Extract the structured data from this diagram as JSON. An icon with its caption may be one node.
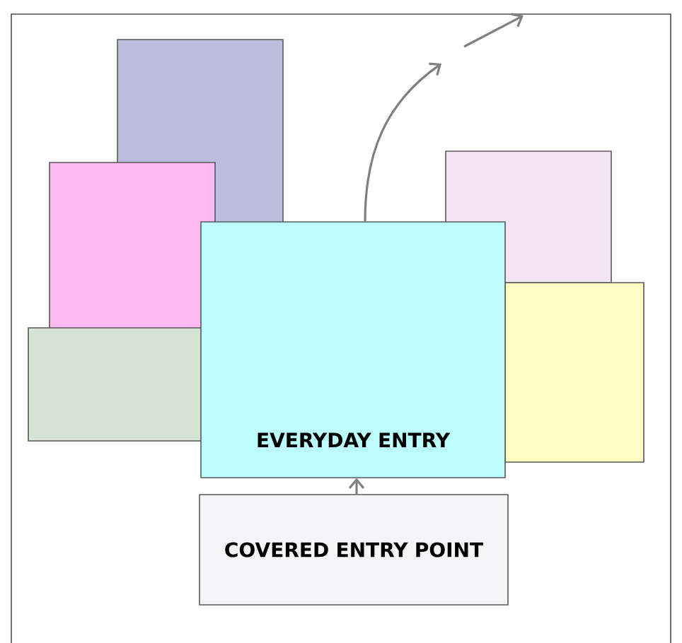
{
  "diagram": {
    "nodes": [
      {
        "text": [],
        "shape": "box"
      },
      {
        "text": [],
        "shape": "box"
      },
      {
        "text": [],
        "shape": "box"
      },
      {
        "text": [],
        "shape": "box"
      },
      {
        "text": [],
        "shape": "box"
      },
      {
        "text": [
          "EVERYDAY ENTRY"
        ]
      },
      {
        "text": [
          "COVERED ENTRY POINT"
        ]
      }
    ],
    "edges": [
      {
        "from": 5,
        "to": null,
        "arrow": "to"
      },
      {
        "from": 6,
        "to": 5,
        "arrow": "to"
      }
    ]
  }
}
